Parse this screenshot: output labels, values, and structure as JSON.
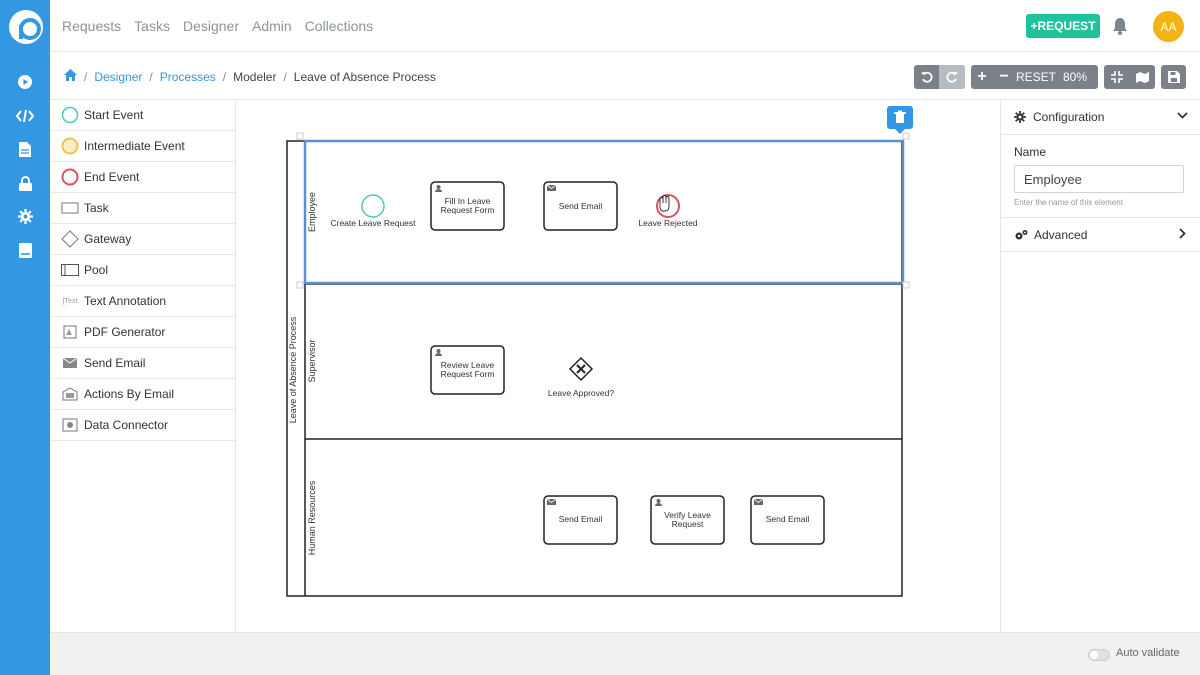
{
  "nav": {
    "links": [
      "Requests",
      "Tasks",
      "Designer",
      "Admin",
      "Collections"
    ],
    "request_button": "+REQUEST",
    "avatar_initials": "AA"
  },
  "breadcrumb": {
    "items": [
      "Designer",
      "Processes",
      "Modeler",
      "Leave of Absence Process"
    ]
  },
  "toolbar": {
    "reset_label": "RESET",
    "zoom": "80%"
  },
  "palette": {
    "items": [
      {
        "label": "Start Event",
        "icon": "start-event-icon"
      },
      {
        "label": "Intermediate Event",
        "icon": "intermediate-event-icon"
      },
      {
        "label": "End Event",
        "icon": "end-event-icon"
      },
      {
        "label": "Task",
        "icon": "task-icon"
      },
      {
        "label": "Gateway",
        "icon": "gateway-icon"
      },
      {
        "label": "Pool",
        "icon": "pool-icon"
      },
      {
        "label": "Text Annotation",
        "icon": "text-annotation-icon"
      },
      {
        "label": "PDF Generator",
        "icon": "pdf-icon"
      },
      {
        "label": "Send Email",
        "icon": "email-icon"
      },
      {
        "label": "Actions By Email",
        "icon": "actions-email-icon"
      },
      {
        "label": "Data Connector",
        "icon": "data-connector-icon"
      }
    ],
    "text_icon_label": "Text"
  },
  "diagram": {
    "pool_name": "Leave of Absence Process",
    "lanes": [
      "Employee",
      "Supervisor",
      "Human Resources"
    ],
    "employee": {
      "start_event": "Create Leave Request",
      "task_fill_form_line1": "Fill In Leave",
      "task_fill_form_line2": "Request Form",
      "task_send_email": "Send Email",
      "end_event": "Leave Rejected"
    },
    "supervisor": {
      "task_review_line1": "Review Leave",
      "task_review_line2": "Request Form",
      "gateway": "Leave Approved?"
    },
    "hr": {
      "task_send_email_1": "Send Email",
      "task_verify_line1": "Verify Leave",
      "task_verify_line2": "Request",
      "task_send_email_2": "Send Email"
    }
  },
  "config": {
    "section_title": "Configuration",
    "name_label": "Name",
    "name_value": "Employee",
    "name_help": "Enter the name of this element",
    "advanced_title": "Advanced"
  },
  "footer": {
    "auto_validate": "Auto validate"
  },
  "colors": {
    "brand_blue": "#3397e2",
    "request_green": "#1fc29a",
    "avatar_yellow": "#f5b415",
    "start_event": "#4fc8b3",
    "intermediate_event": "#f0c350",
    "end_event": "#d9535f",
    "selection": "#5b8fd0"
  }
}
